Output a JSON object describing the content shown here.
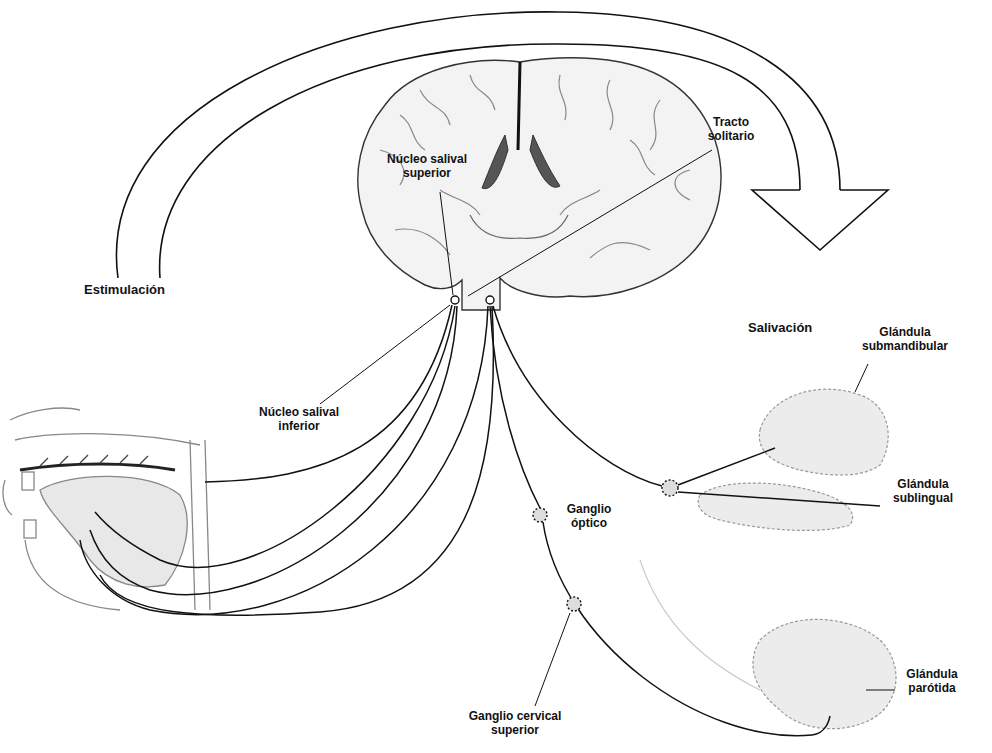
{
  "diagram": {
    "labels": [
      "Tracto solitario",
      "Núcleo salival superior",
      "Estimulación",
      "Salivación",
      "Glándula submandibular",
      "Núcleo salival inferior",
      "Ganglio óptico",
      "Glándula sublingual",
      "Ganglio cervical superior",
      "Glándula parótida"
    ]
  }
}
